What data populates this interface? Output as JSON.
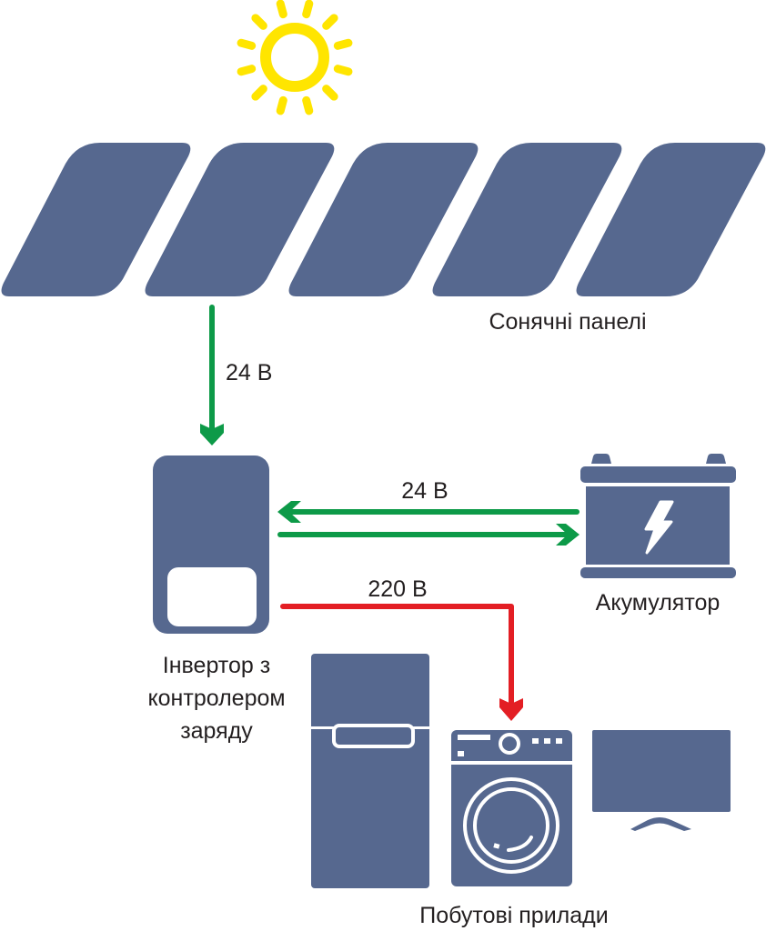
{
  "title": "Solar power system diagram",
  "colors": {
    "device": "#56688f",
    "sun": "#ffe500",
    "dc_arrow": "#0d9a48",
    "ac_arrow": "#e31e24",
    "text": "#231f20"
  },
  "nodes": {
    "sun": {
      "icon": "sun-icon"
    },
    "solar_panels": {
      "label": "Сонячні панелі",
      "count": 5,
      "icon": "solar-panel-icon"
    },
    "inverter": {
      "label_lines": [
        "Інвертор з",
        "контролером",
        "заряду"
      ],
      "icon": "inverter-icon"
    },
    "battery": {
      "label": "Акумулятор",
      "icon": "battery-icon"
    },
    "appliances": {
      "label": "Побутові прилади",
      "items": [
        {
          "name": "refrigerator",
          "icon": "fridge-icon"
        },
        {
          "name": "washing machine",
          "icon": "washing-machine-icon"
        },
        {
          "name": "television",
          "icon": "tv-icon"
        }
      ]
    }
  },
  "connections": [
    {
      "from": "solar_panels",
      "to": "inverter",
      "label": "24 В",
      "type": "dc",
      "direction": "one-way"
    },
    {
      "from": "battery",
      "to": "inverter",
      "label": "24 В",
      "type": "dc",
      "direction": "two-way"
    },
    {
      "from": "inverter",
      "to": "appliances",
      "label": "220 В",
      "type": "ac",
      "direction": "one-way"
    }
  ]
}
